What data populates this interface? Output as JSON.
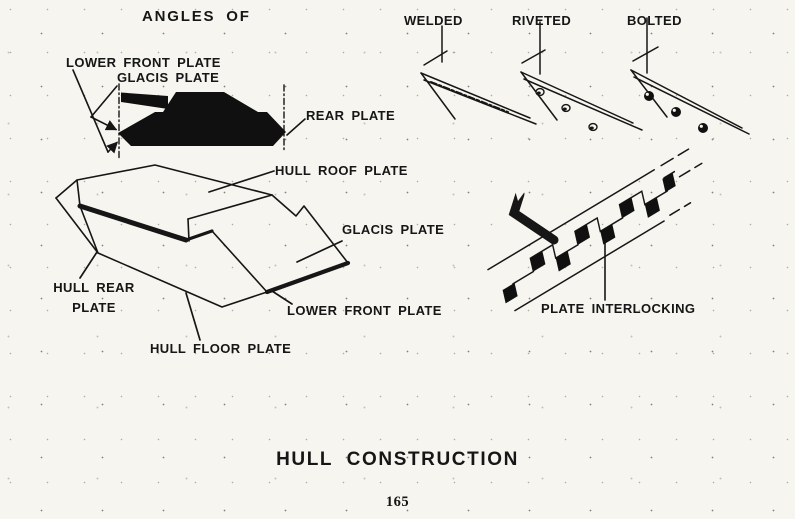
{
  "page": {
    "title": "HULL CONSTRUCTION",
    "page_number": "165",
    "ink_color": "#161616",
    "paper_color": "#f6f5f0"
  },
  "angles_figure": {
    "title": "ANGLES OF",
    "lower_front_plate_label": "LOWER FRONT PLATE",
    "glacis_plate_label": "GLACIS PLATE",
    "rear_plate_label": "REAR PLATE"
  },
  "joint_figures": {
    "welded_label": "WELDED",
    "riveted_label": "RIVETED",
    "bolted_label": "BOLTED"
  },
  "hull_figure": {
    "roof_label": "HULL ROOF PLATE",
    "glacis_label": "GLACIS PLATE",
    "rear_label_line1": "HULL REAR",
    "rear_label_line2": "PLATE",
    "lower_front_label": "LOWER FRONT PLATE",
    "floor_label": "HULL FLOOR PLATE"
  },
  "interlocking_figure": {
    "label": "PLATE INTERLOCKING"
  }
}
